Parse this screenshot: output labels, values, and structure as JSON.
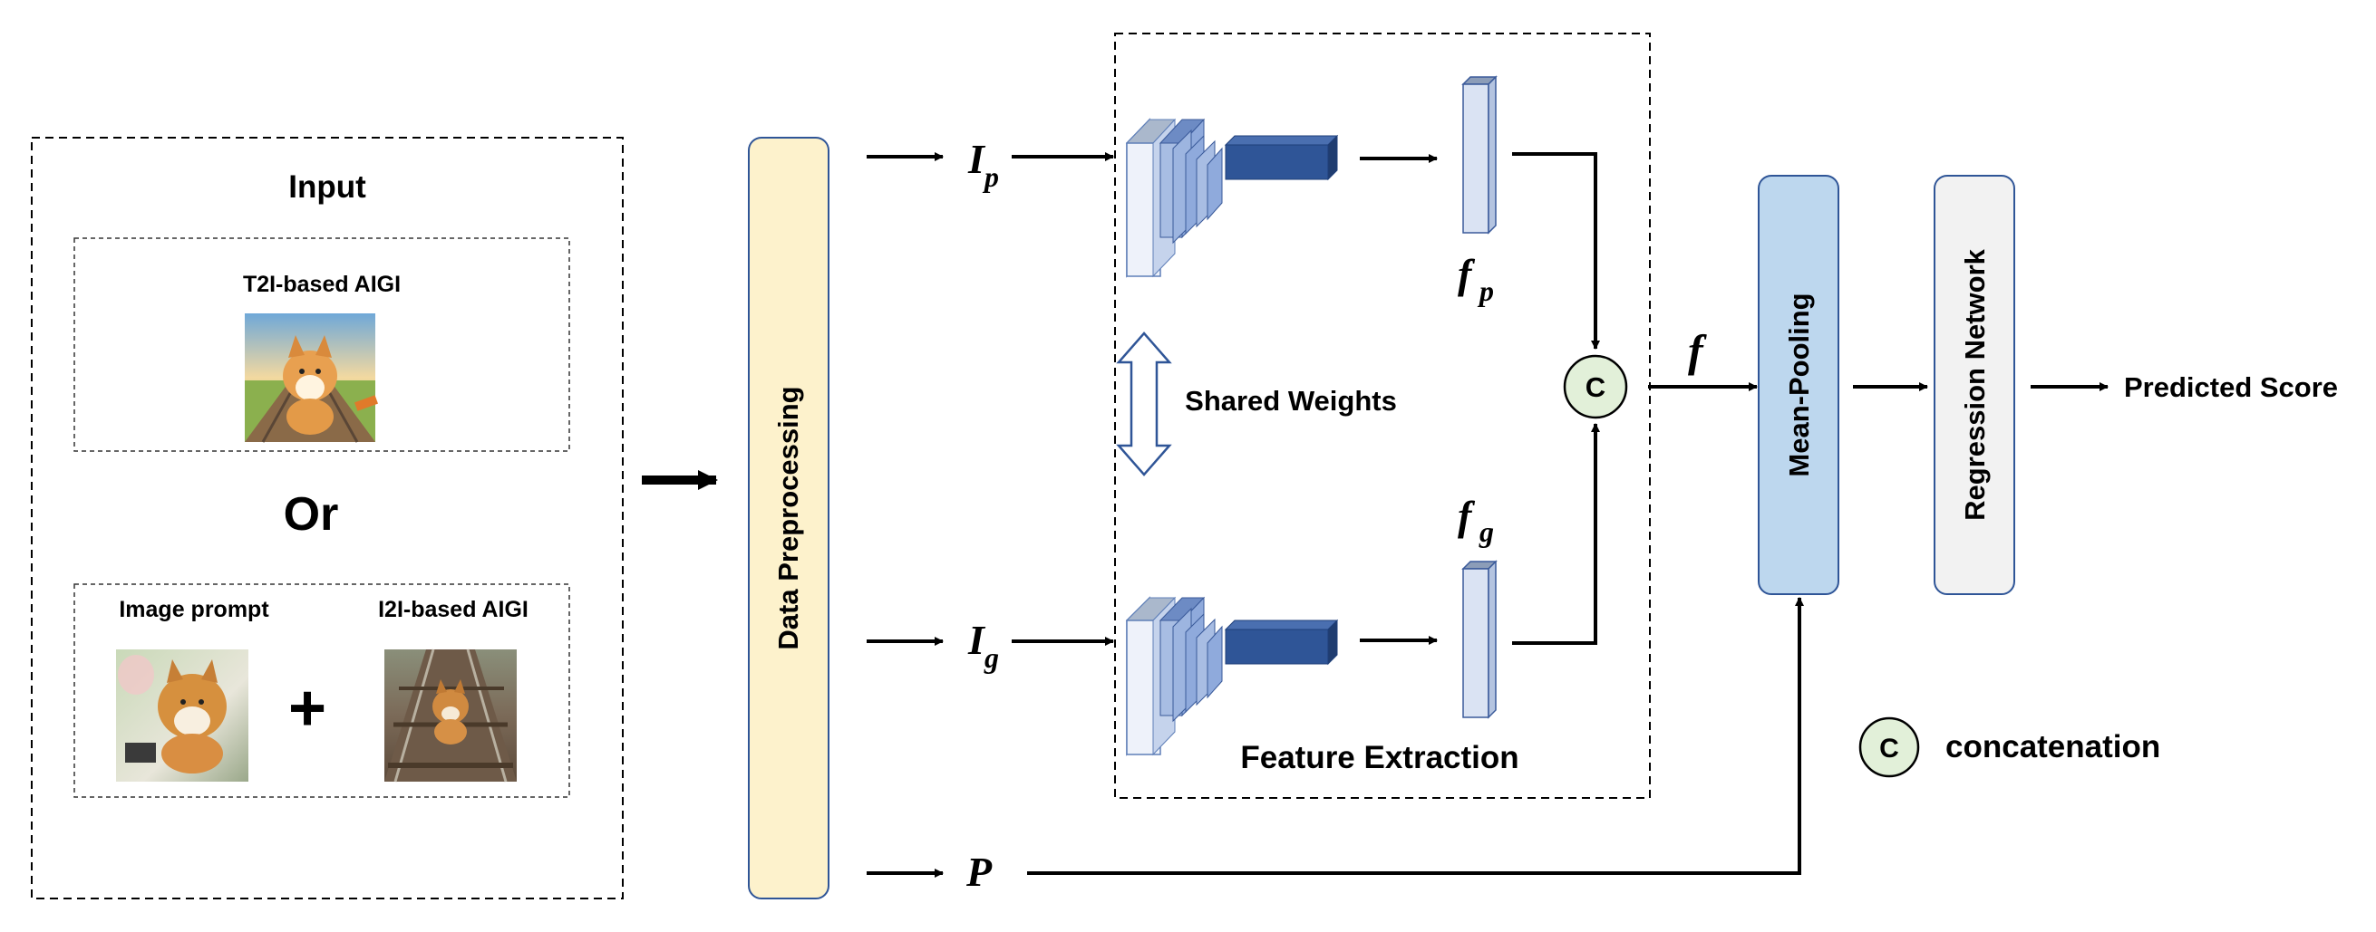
{
  "input": {
    "title": "Input",
    "t2i_label": "T2I-based AIGI",
    "or_label": "Or",
    "image_prompt_label": "Image prompt",
    "plus_sign": "+",
    "i2i_label": "I2I-based AIGI"
  },
  "preprocessing": {
    "label": "Data Preprocessing"
  },
  "symbols": {
    "ip_main": "I",
    "ip_sub": "p",
    "ig_main": "I",
    "ig_sub": "g",
    "p_main": "P",
    "fp_main": "f",
    "fp_sub": "p",
    "fg_main": "f",
    "fg_sub": "g",
    "f_main": "f"
  },
  "feature_extraction": {
    "shared_weights_label": "Shared Weights",
    "label": "Feature Extraction"
  },
  "concat": {
    "symbol": "C",
    "legend_symbol": "C",
    "legend_label": "concatenation"
  },
  "mean_pooling": {
    "label": "Mean-Pooling"
  },
  "regression": {
    "label": "Regression Network"
  },
  "output": {
    "label": "Predicted Score"
  },
  "colors": {
    "preprocess_fill": "#fdf2cc",
    "mean_pool_fill": "#bdd7ee",
    "regression_fill": "#f2f2f2",
    "concat_fill": "#e2f0d9",
    "cnn_light": "#dae3f3",
    "cnn_mid": "#8faadc",
    "cnn_dark": "#2f5597"
  }
}
